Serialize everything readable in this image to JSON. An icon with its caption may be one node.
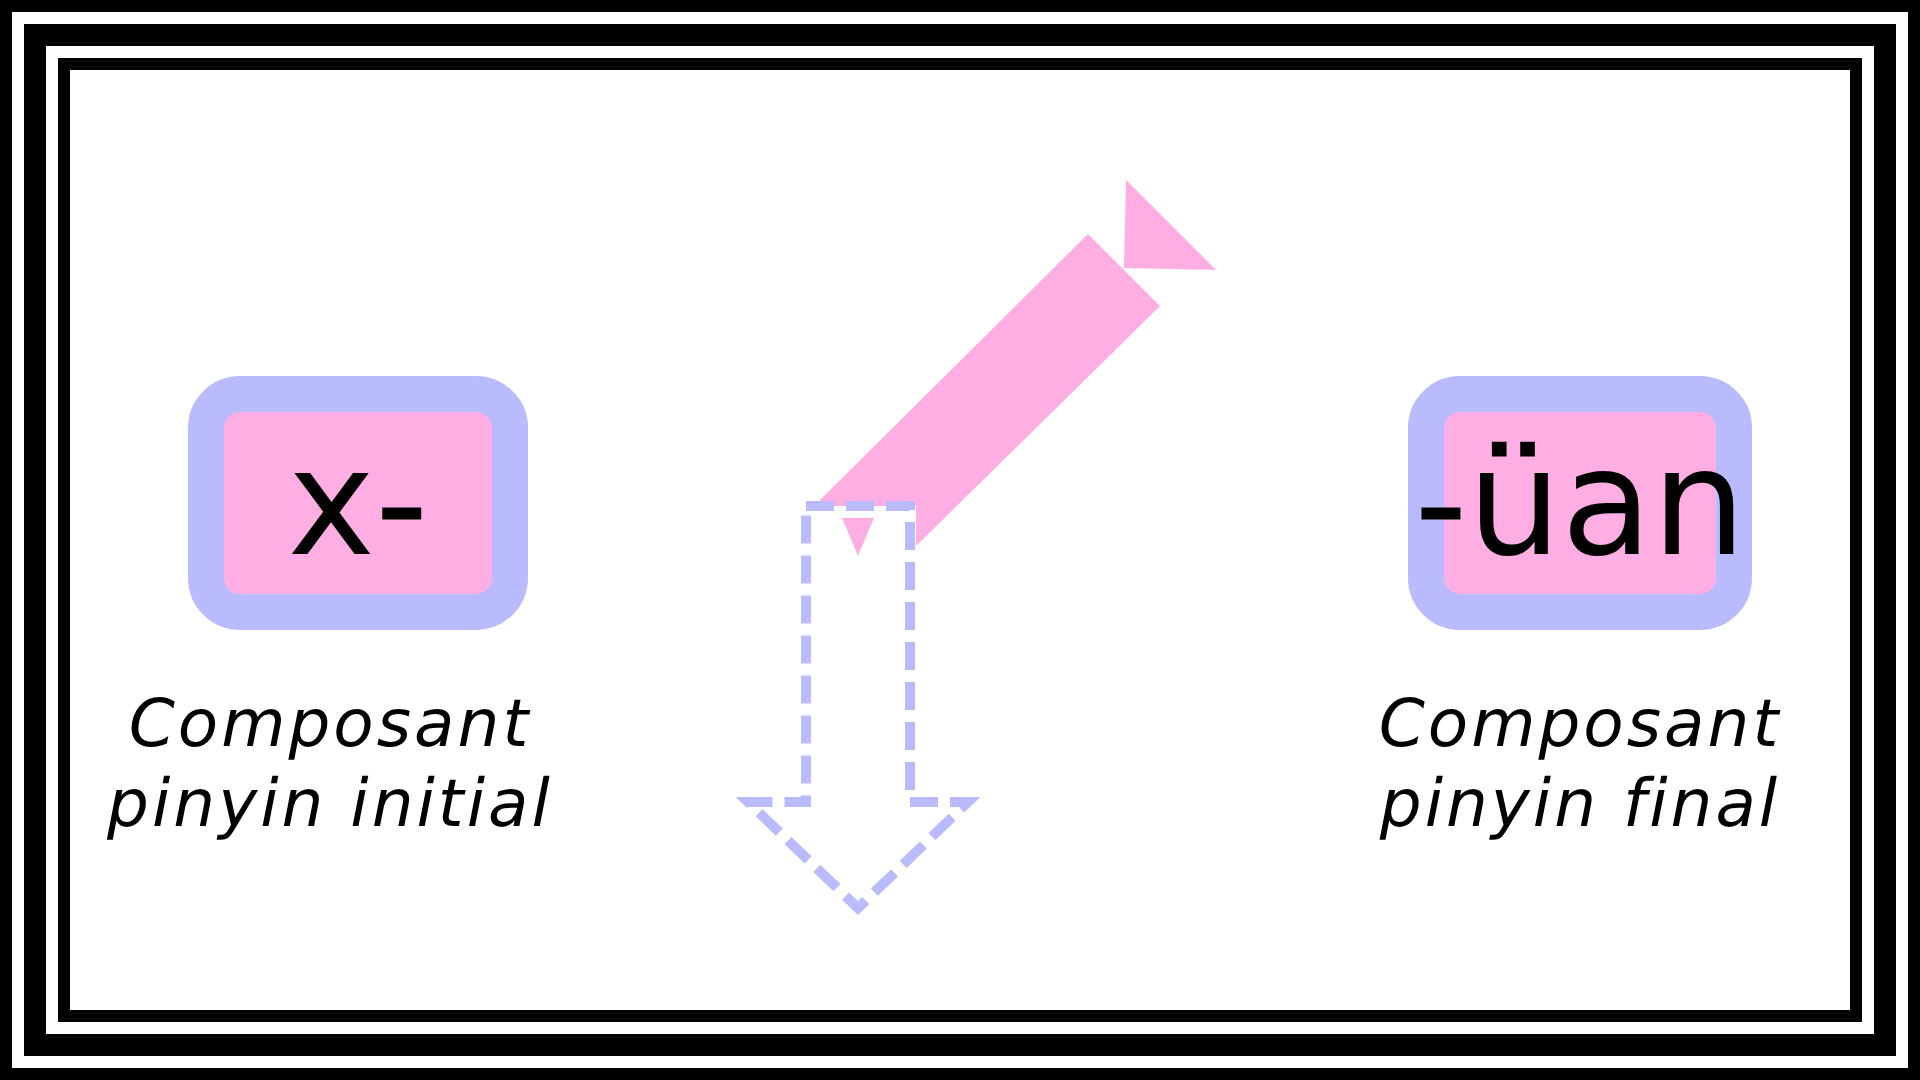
{
  "diagram": {
    "nodes": [
      {
        "text": [
          "x-"
        ],
        "beside": [
          "Composant pinyin initial"
        ]
      },
      {
        "text": [
          "-üan"
        ],
        "beside": [
          "Composant pinyin final"
        ]
      }
    ]
  }
}
